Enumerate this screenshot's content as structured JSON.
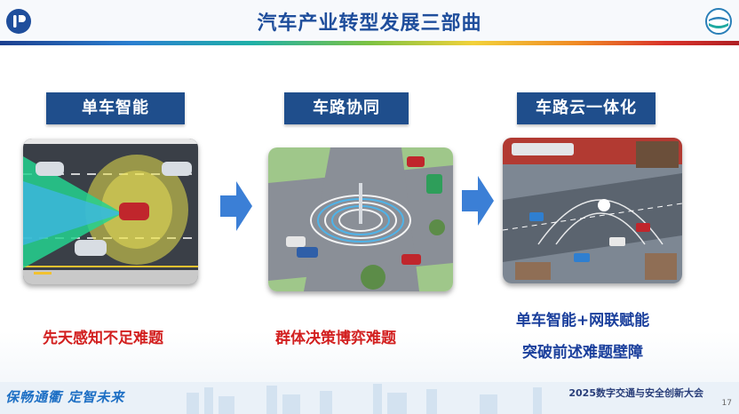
{
  "header": {
    "title": "汽车产业转型发展三部曲"
  },
  "stages": [
    {
      "label": "单车智能",
      "caption": "先天感知不足难题"
    },
    {
      "label": "车路协同",
      "caption": "群体决策博弈难题"
    },
    {
      "label": "车路云一体化",
      "caption_line1": "单车智能+网联赋能",
      "caption_line2": "突破前述难题壁障"
    }
  ],
  "footer": {
    "slogan": "保畅通衢  定智未来",
    "conference": "2025数字交通与安全创新大会",
    "page_number": "17"
  },
  "colors": {
    "title": "#1f4e9c",
    "label_bg": "#1f4e8c",
    "caption_red": "#d21f1f",
    "caption_blue": "#1a3f9c",
    "arrow": "#3b7fd6"
  }
}
